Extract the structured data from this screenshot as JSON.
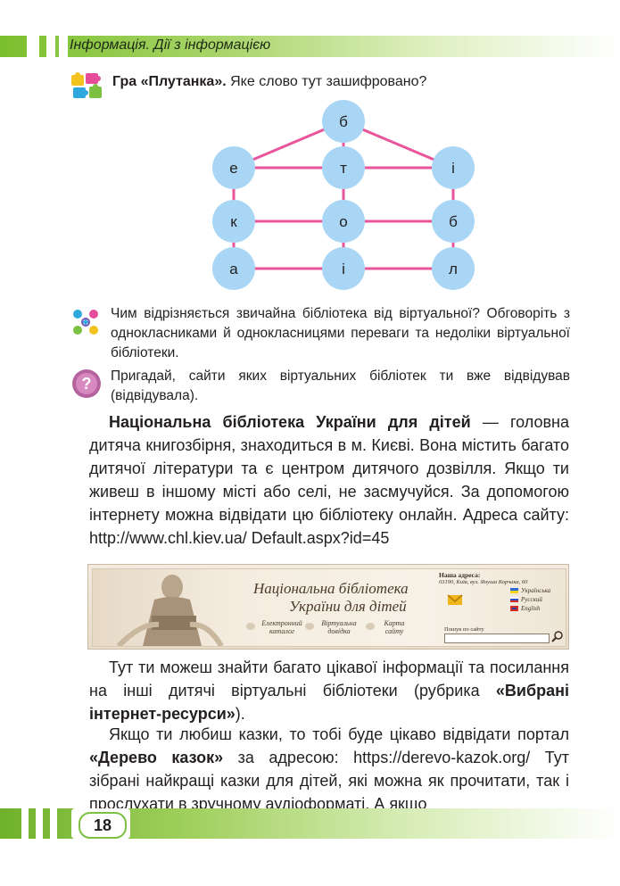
{
  "header": {
    "title": "Інформація. Дії з інформацією"
  },
  "game": {
    "title": "Гра «Плутанка».",
    "question": " Яке слово тут зашифровано?",
    "nodes": [
      "б",
      "е",
      "т",
      "і",
      "к",
      "о",
      "б",
      "а",
      "і",
      "л"
    ]
  },
  "discuss": {
    "text": "Чим відрізняється звичайна бібліотека від віртуальної? Обговоріть з однокласниками й однокласницями переваги та недоліки віртуальної бібліотеки."
  },
  "recall": {
    "text": "Пригадай, сайти яких віртуальних бібліотек ти вже відвідував (відвідувала)."
  },
  "para1": {
    "bold": "Національна бібліотека України для дітей",
    "text": " — головна дитяча книгозбірня, знаходиться в м. Києві. Вона містить багато дитячої літератури та є центром дитячого дозвілля. Якщо ти живеш в іншому місті або селі, не засмучуйся. За допомогою інтернету можна відвідати цю бібліотеку онлайн. Адреса сайту: http://www.chl.kiev.ua/ Default.aspx?id=45"
  },
  "site": {
    "title_line1": "Національна бібліотека",
    "title_line2": "України для дітей",
    "menu": [
      "Електронний каталог",
      "Віртуальна довідка",
      "Карта сайту"
    ],
    "address_heading": "Наша адреса:",
    "address": "03190, Київ, вул. Януша Корчака, 60",
    "languages": [
      "Українська",
      "Русский",
      "English"
    ],
    "search_label": "Пошук по сайту"
  },
  "para2": {
    "text_before": "Тут ти можеш знайти багато цікавої інформації та посилання на інші дитячі віртуальні бібліотеки (рубрика ",
    "bold": "«Вибрані інтернет-ресурси»",
    "text_after": ")."
  },
  "para3": {
    "text_before": "Якщо ти любиш казки, то тобі буде цікаво відвідати портал ",
    "bold": "«Дерево казок»",
    "text_after": " за адресою: https://derevo-kazok.org/ Тут зібрані найкращі казки для дітей, які можна як прочитати, так і прослухати в зручному аудіоформаті. А якщо"
  },
  "footer": {
    "page_number": "18"
  },
  "colors": {
    "accent_green": "#7bbf2e",
    "node_fill": "#a9d6f5",
    "edge_pink": "#e8559b"
  }
}
